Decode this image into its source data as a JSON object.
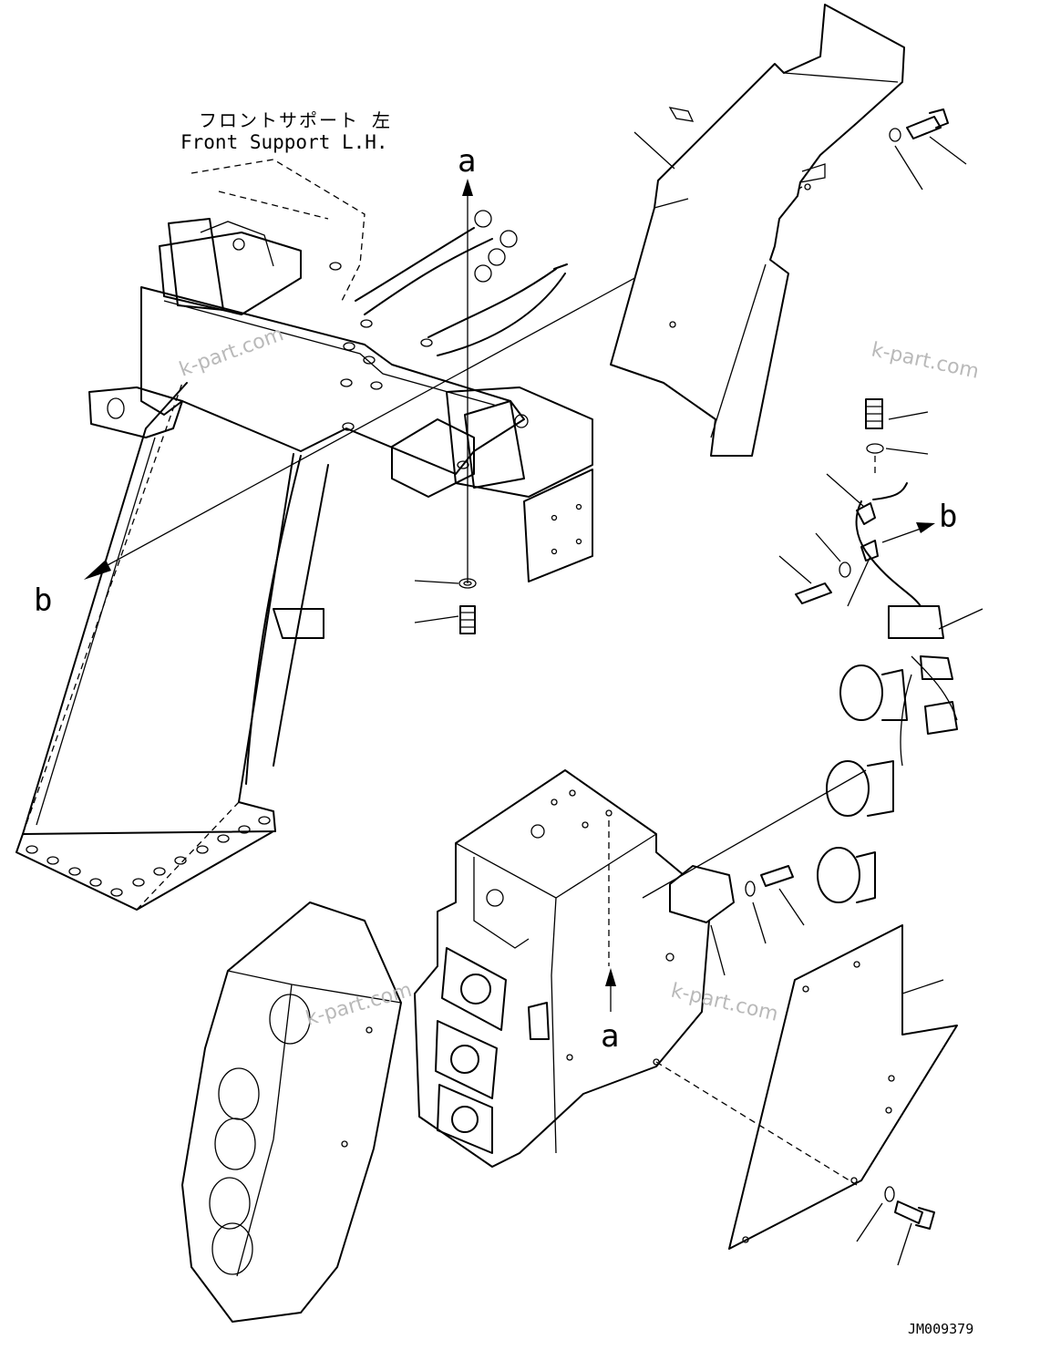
{
  "title_jp": "フロントサポート 左",
  "title_en": "Front Support L.H.",
  "callouts": {
    "a_top": "a",
    "a_bottom": "a",
    "b_left": "b",
    "b_right": "b"
  },
  "watermarks": [
    "k-part.com",
    "k-part.com",
    "k-part.com",
    "k-part.com"
  ],
  "drawing_number": "JM009379"
}
